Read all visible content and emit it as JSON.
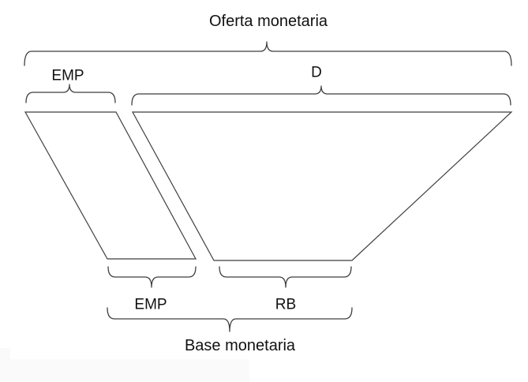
{
  "diagram": {
    "title": "Oferta monetaria",
    "top_components": [
      {
        "id": "emp",
        "label": "EMP"
      },
      {
        "id": "d",
        "label": "D"
      }
    ],
    "bottom_components": [
      {
        "id": "emp",
        "label": "EMP"
      },
      {
        "id": "rb",
        "label": "RB"
      }
    ],
    "base_label": "Base monetaria"
  },
  "colors": {
    "line": "#3f3f3f",
    "text": "#111111",
    "background": "#ffffff",
    "artifact": "#fafafa"
  }
}
